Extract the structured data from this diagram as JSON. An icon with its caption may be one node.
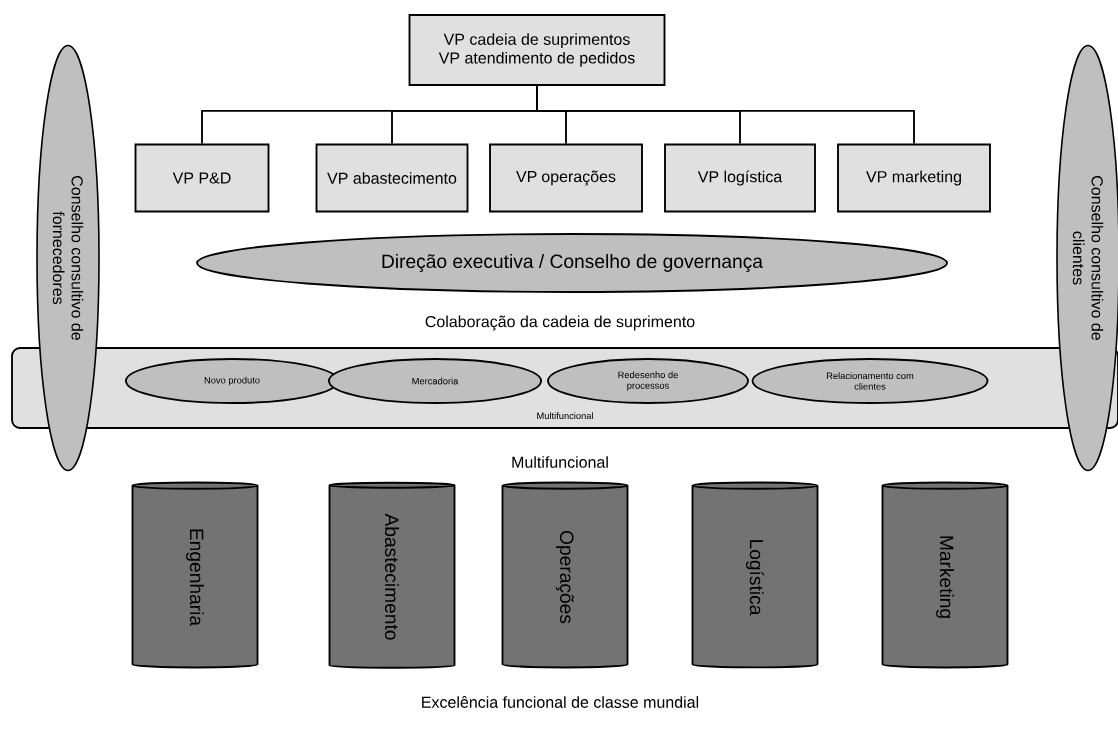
{
  "diagram": {
    "nodes": [
      {
        "text": [
          "VP cadeia de suprimentos",
          "VP atendimento de pedidos"
        ]
      },
      {
        "text": [
          "VP P&D"
        ]
      },
      {
        "text": [
          "VP abastecimento"
        ]
      },
      {
        "text": [
          "VP operações"
        ]
      },
      {
        "text": [
          "VP logística"
        ]
      },
      {
        "text": [
          "VP marketing"
        ]
      },
      {
        "text": [
          "Conselho consultivo de fornecedores"
        ]
      },
      {
        "text": [
          "Conselho consultivo de clientes"
        ]
      },
      {
        "text": [
          "Direção executiva / Conselho de governança"
        ]
      },
      {
        "text": [
          "Multifuncional"
        ]
      },
      {
        "text": [
          "Novo produto"
        ],
        "in": 9
      },
      {
        "text": [
          "Mercadoria"
        ],
        "in": 9
      },
      {
        "text": [
          "Redesenho de processos"
        ],
        "in": 9
      },
      {
        "text": [
          "Relacionamento com clientes"
        ],
        "in": 9
      },
      {
        "text": [
          "Engenharia"
        ]
      },
      {
        "text": [
          "Abastecimento"
        ]
      },
      {
        "text": [
          "Operações"
        ]
      },
      {
        "text": [
          "Logística"
        ]
      },
      {
        "text": [
          "Marketing"
        ]
      }
    ],
    "edges": [
      {
        "from": 0,
        "to": 1,
        "arrow": "none"
      },
      {
        "from": 0,
        "to": 2,
        "arrow": "none"
      },
      {
        "from": 0,
        "to": 3,
        "arrow": "none"
      },
      {
        "from": 0,
        "to": 4,
        "arrow": "none"
      },
      {
        "from": 0,
        "to": 5,
        "arrow": "none"
      }
    ],
    "labels": [
      "Colaboração da cadeia de suprimento",
      "Multifuncional",
      "Excelência funcional de classe mundial"
    ]
  }
}
